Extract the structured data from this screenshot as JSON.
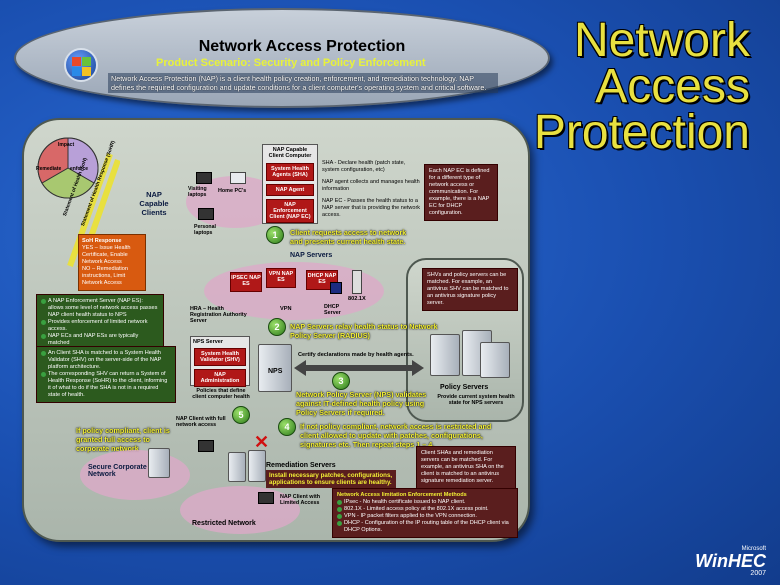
{
  "header": {
    "title": "Network Access Protection",
    "subtitle": "Product Scenario: Security and Policy Enforcement",
    "description": "Network Access Protection (NAP) is a client health policy creation, enforcement, and remediation technology. NAP defines the required configuration and update conditions  for a client computer's operating system and critical software."
  },
  "big_title": [
    "Network",
    "Access",
    "Protection"
  ],
  "pie": {
    "impact": "Impact",
    "remediate": "Remediate",
    "enforce": "enforce"
  },
  "axis_labels": {
    "statement": "Statement of Health (SoH)",
    "response": "Statement of Health Response (SoHR)"
  },
  "yes_no": {
    "title": "SoH Response",
    "yes": "YES – Issue Health Certificate, Enable Network Access",
    "no": "NO – Remediation instructions, Limit Network Access"
  },
  "clients": {
    "label": "NAP Capable Clients",
    "visiting": "Visiting laptops",
    "home": "Home PC's",
    "personal": "Personal laptops"
  },
  "client_computer": {
    "title": "NAP Capable Client Computer",
    "sha": "System Health Agents (SHA)",
    "agent": "NAP Agent",
    "ec": "NAP Enforcement Client (NAP EC)"
  },
  "client_desc": {
    "sha": "SHA - Declare health (patch state, system configuration, etc)",
    "agent": "NAP agent collects and manages health information",
    "ec": "NAP EC - Passes the health status to a NAP server that is providing the network access."
  },
  "ec_note": "Each NAP EC is defined for a different type of network access or communication. For example, there is a NAP EC for DHCP configuration.",
  "step1": "Client requests access to network and presents current health state.",
  "nap_servers": {
    "label": "NAP Servers",
    "ipsec": "IPSEC NAP ES",
    "vpn_es": "VPN NAP ES",
    "dhcp_es": "DHCP NAP ES",
    "dot1x": "802.1X",
    "hra": "HRA – Health Registration Authority Server",
    "vpn": "VPN",
    "dhcp": "DHCP Server"
  },
  "enforcement_bullets": [
    "A NAP Enforcement Server (NAP ES): allows some level of network access passes NAP client health status to NPS",
    "Provides enforcement of limited network access.",
    "NAP ECs and NAP ESs are typically matched"
  ],
  "step2": "NAP Servers relay health status to Network Policy Server (RADIUS)",
  "sha_match_note": "SHVs and policy servers can be matched. For example, an antivirus SHV can be matched to an antivirus signature policy server.",
  "nps_server": {
    "title": "NPS Server",
    "shv": "System Health Validator (SHV)",
    "admin": "NAP Administration",
    "policies": "Policies that define client computer health"
  },
  "shv_bullets": [
    "An Client SHA is matched to a System Health Validator (SHV) on the server-side of the NAP platform architecture.",
    "The corresponding SHV can return a System of Health Response (SoHR) to the client, informing it of what to do if the SHA is not in a required state of health."
  ],
  "nps": "NPS",
  "certify": "Certify declarations made by health agents.",
  "step3": "Network Policy Server (NPS) validates against IT-defined health policy using Policy Servers if required.",
  "policy_servers": {
    "label": "Policy Servers",
    "desc": "Provide current system health state for NPS servers"
  },
  "compliant": {
    "nap_client_full": "NAP Client with full network access",
    "text": "If policy compliant, client is granted full access to corporate network",
    "secure": "Secure Corporate Network"
  },
  "step4": "If not policy compliant, network access is restricted and client allowed to update with patches, configurations, signatures etc. Then repeat steps 1 – 4.",
  "remediation": {
    "label": "Remediation Servers",
    "desc": "Install necessary patches, configurations, applications to ensure clients are healthy.",
    "note": "Client SHAs and remediation servers can be matched. For example, an antivirus SHA on the client is matched to an antivirus signature remediation server."
  },
  "restricted": {
    "client": "NAP Client with Limited Access",
    "label": "Restricted Network"
  },
  "methods": {
    "title": "Network Access limitation Enforcement Methods",
    "items": [
      "IPsec - No health certificate issued to NAP client.",
      "802.1X - Limited access policy at the 802.1X access point.",
      "VPN - IP packet filters applied to the VPN connection.",
      "DHCP - Configuration of the IP routing table of the DHCP client via DHCP Options."
    ]
  },
  "steps": [
    "1",
    "2",
    "3",
    "4",
    "5"
  ],
  "branding": {
    "company": "Microsoft",
    "event": "WinHEC",
    "year": "2007"
  }
}
